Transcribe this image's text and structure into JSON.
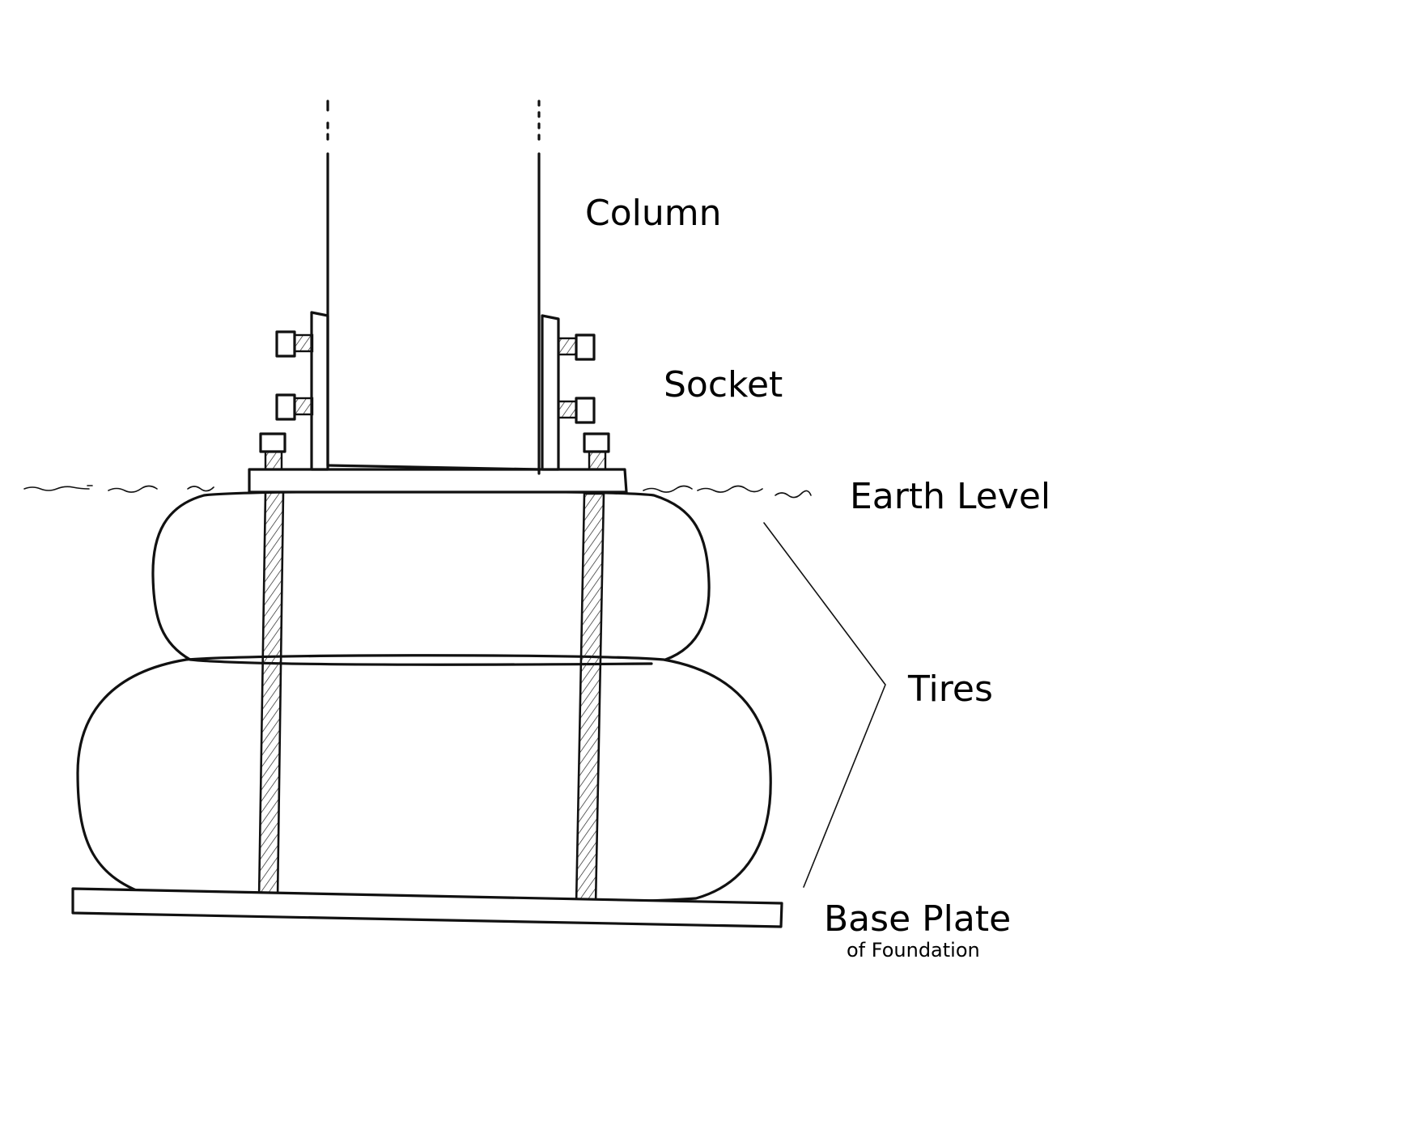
{
  "labels": {
    "column": "Column",
    "socket": "Socket",
    "earth_level": "Earth Level",
    "tires": "Tires",
    "base_plate": "Base Plate",
    "base_plate_sub": "of Foundation"
  },
  "colors": {
    "ink": "#111111",
    "background": "#ffffff"
  }
}
